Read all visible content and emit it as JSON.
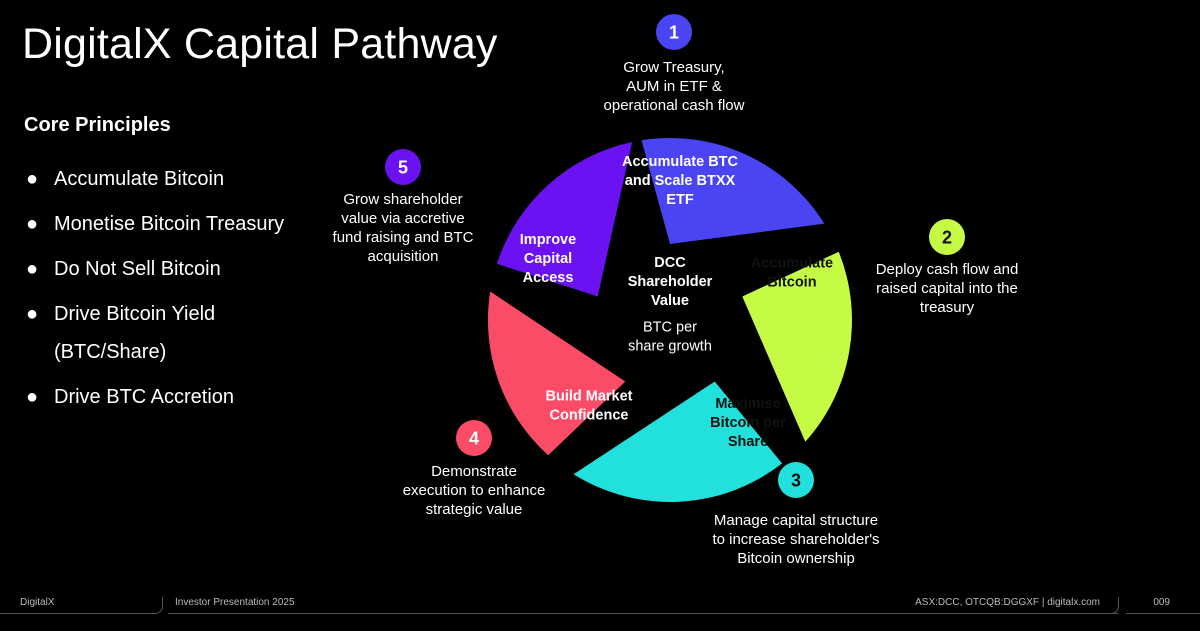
{
  "title": "DigitalX Capital Pathway",
  "principles": {
    "heading": "Core Principles",
    "items": [
      "Accumulate Bitcoin",
      "Monetise Bitcoin Treasury",
      "Do Not Sell Bitcoin",
      "Drive Bitcoin Yield (BTC/Share)",
      "Drive BTC Accretion"
    ]
  },
  "cycle": {
    "center_title": [
      "DCC",
      "Shareholder",
      "Value"
    ],
    "center_subtitle": [
      "BTC per",
      "share growth"
    ],
    "segments": [
      {
        "number": "1",
        "color": "#4A44F2",
        "label": [
          "Accumulate BTC",
          "and Scale BTXX",
          "ETF"
        ],
        "description": [
          "Grow Treasury,",
          "AUM in ETF &",
          "operational cash flow"
        ]
      },
      {
        "number": "2",
        "color": "#C6FB45",
        "label": [
          "Accumulate",
          "Bitcoin"
        ],
        "description": [
          "Deploy cash flow and",
          "raised capital into the",
          "treasury"
        ]
      },
      {
        "number": "3",
        "color": "#22E1DC",
        "label": [
          "Maximise",
          "Bitcoin per",
          "Share"
        ],
        "description": [
          "Manage capital structure",
          "to increase shareholder's",
          "Bitcoin ownership"
        ]
      },
      {
        "number": "4",
        "color": "#FB4C67",
        "label": [
          "Build Market",
          "Confidence"
        ],
        "description": [
          "Demonstrate",
          "execution to enhance",
          "strategic value"
        ]
      },
      {
        "number": "5",
        "color": "#6A12F2",
        "label": [
          "Improve",
          "Capital",
          "Access"
        ],
        "description": [
          "Grow shareholder",
          "value via accretive",
          "fund raising and BTC",
          "acquisition"
        ]
      }
    ]
  },
  "footer": {
    "brand": "DigitalX",
    "presentation": "Investor Presentation 2025",
    "tickers": "ASX:DCC, OTCQB:DGGXF | digitalx.com",
    "page": "009"
  }
}
